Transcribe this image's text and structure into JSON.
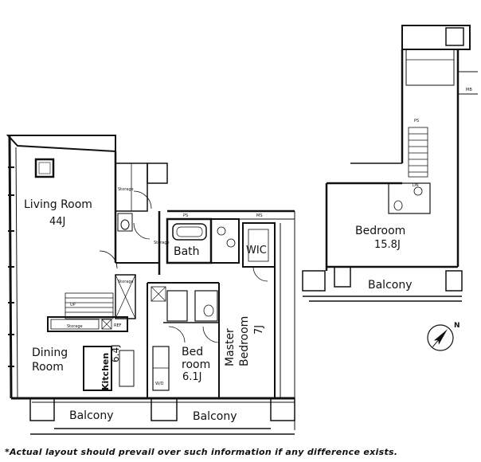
{
  "rooms": {
    "living": {
      "name": "Living Room",
      "size": "44J"
    },
    "dining": {
      "name_line1": "Dining",
      "name_line2": "Room"
    },
    "kitchen": {
      "name": "Kitchen",
      "size": "6.4J"
    },
    "bath": {
      "name": "Bath"
    },
    "wic": {
      "name": "WIC"
    },
    "bedroom_small": {
      "line1": "Bed",
      "line2": "room",
      "size": "6.1J"
    },
    "master": {
      "line1": "Master",
      "line2": "Bedroom",
      "size": "7J"
    },
    "bedroom_upper": {
      "name": "Bedroom",
      "size": "15.8J"
    },
    "balcony_left": {
      "name": "Balcony"
    },
    "balcony_mid": {
      "name": "Balcony"
    },
    "balcony_upper": {
      "name": "Balcony"
    }
  },
  "small_labels": {
    "storage_1": "Storage",
    "storage_2": "Storage",
    "storage_3": "Storage",
    "storage_4": "Storage",
    "ps_1": "PS",
    "ps_2": "PS",
    "ms": "MS",
    "mb": "MB",
    "dn": "DN",
    "up": "UP",
    "wd": "W/D",
    "ref": "REF"
  },
  "compass": {
    "label": "N"
  },
  "disclaimer": "*Actual layout should prevail over such information if any difference exists."
}
